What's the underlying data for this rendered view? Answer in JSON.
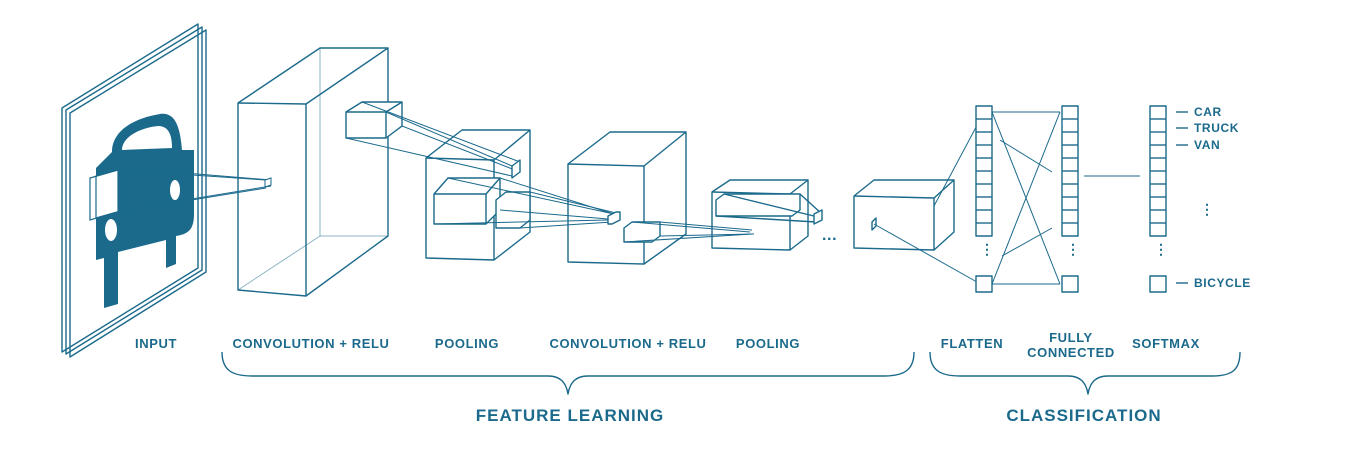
{
  "diagram": {
    "colors": {
      "stroke": "#1b6a8c",
      "fill": "#1b6a8c",
      "background": "#ffffff"
    },
    "icons": [
      "car-icon"
    ],
    "stage_labels": {
      "input": "INPUT",
      "conv1": "CONVOLUTION + RELU",
      "pool1": "POOLING",
      "conv2": "CONVOLUTION + RELU",
      "pool2": "POOLING",
      "flatten": "FLATTEN",
      "fully_connected": "FULLY\nCONNECTED",
      "softmax": "SOFTMAX"
    },
    "group_labels": {
      "feature_learning": "FEATURE LEARNING",
      "classification": "CLASSIFICATION"
    },
    "continuation": "...",
    "output_classes": {
      "car": "CAR",
      "truck": "TRUCK",
      "van": "VAN",
      "ellipsis": "⋮",
      "bicycle": "BICYCLE"
    }
  }
}
